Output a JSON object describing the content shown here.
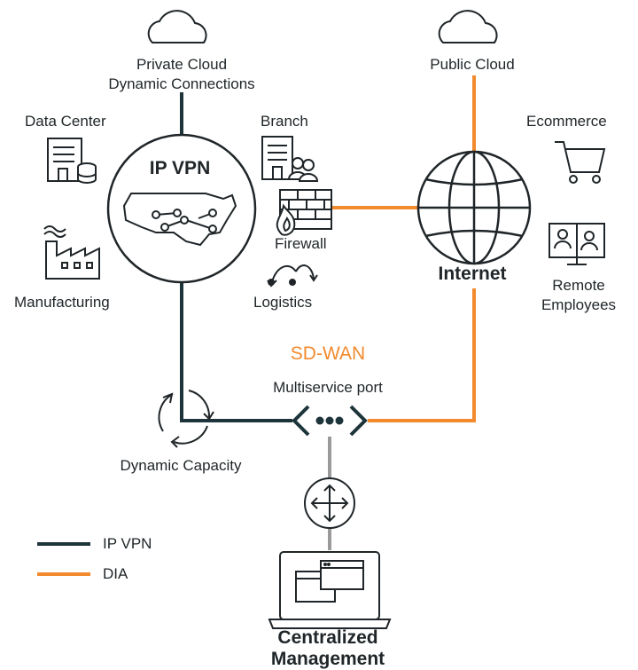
{
  "colors": {
    "ipvpn": "#1d343a",
    "dia": "#f28a2e",
    "mgmt": "#9a9a9a",
    "icon": "#1f2528"
  },
  "nodes": {
    "private_cloud": "Private Cloud\nDynamic Connections",
    "public_cloud": "Public Cloud",
    "data_center": "Data Center",
    "branch": "Branch",
    "ecommerce": "Ecommerce",
    "ip_vpn": "IP VPN",
    "firewall": "Firewall",
    "manufacturing": "Manufacturing",
    "logistics": "Logistics",
    "internet": "Internet",
    "remote_employees": "Remote\nEmployees",
    "sd_wan": "SD-WAN",
    "multiservice_port": "Multiservice port",
    "dynamic_capacity": "Dynamic Capacity",
    "centralized_management": "Centralized\nManagement"
  },
  "legend": [
    {
      "label": "IP VPN",
      "color": "#1d343a"
    },
    {
      "label": "DIA",
      "color": "#f28a2e"
    }
  ]
}
